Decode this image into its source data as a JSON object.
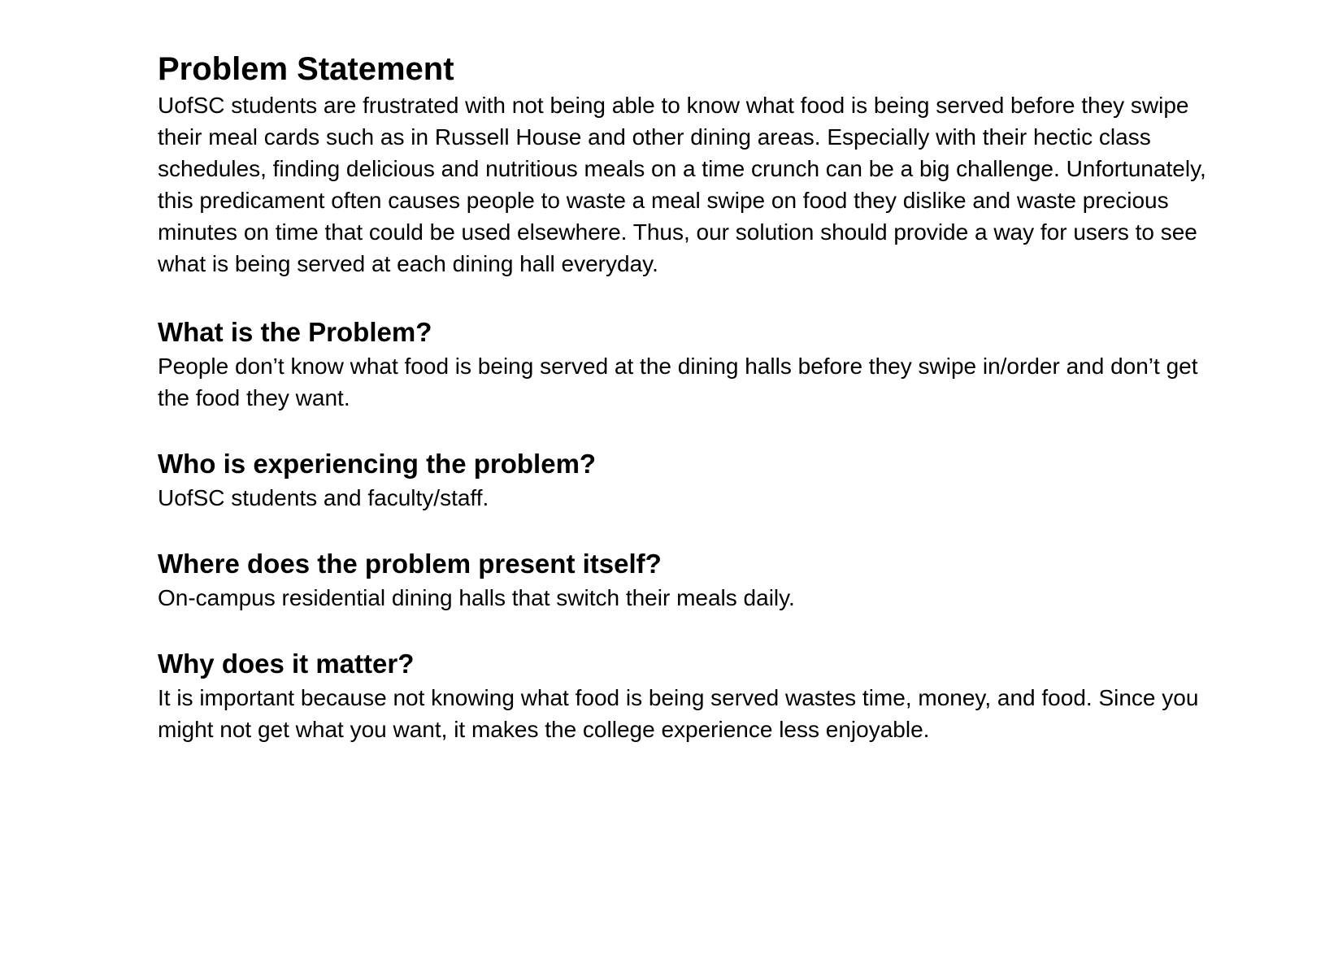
{
  "document": {
    "title": "Problem Statement",
    "intro": "UofSC students are frustrated with not being able to know what food is being served before they swipe their meal cards such as in Russell House and other dining areas. Especially with their hectic class schedules, finding delicious and nutritious meals on a time crunch can be a big challenge. Unfortunately, this predicament often causes people to waste a meal swipe on food they dislike and waste precious minutes on time that could be used elsewhere. Thus, our solution should provide a way for users to see what is being served at each dining hall everyday.",
    "sections": [
      {
        "heading": "What is the Problem?",
        "body": "People don’t know what food is being served at the dining halls before they swipe in/order and don’t get the food they want."
      },
      {
        "heading": "Who is experiencing the problem?",
        "body": "UofSC students and faculty/staff."
      },
      {
        "heading": "Where does the problem present itself?",
        "body": "On-campus residential dining halls that switch their meals daily."
      },
      {
        "heading": "Why does it matter?",
        "body": "It is important because not knowing what food is being served wastes time, money, and food. Since you might not get what you want, it makes the college experience less enjoyable."
      }
    ]
  }
}
